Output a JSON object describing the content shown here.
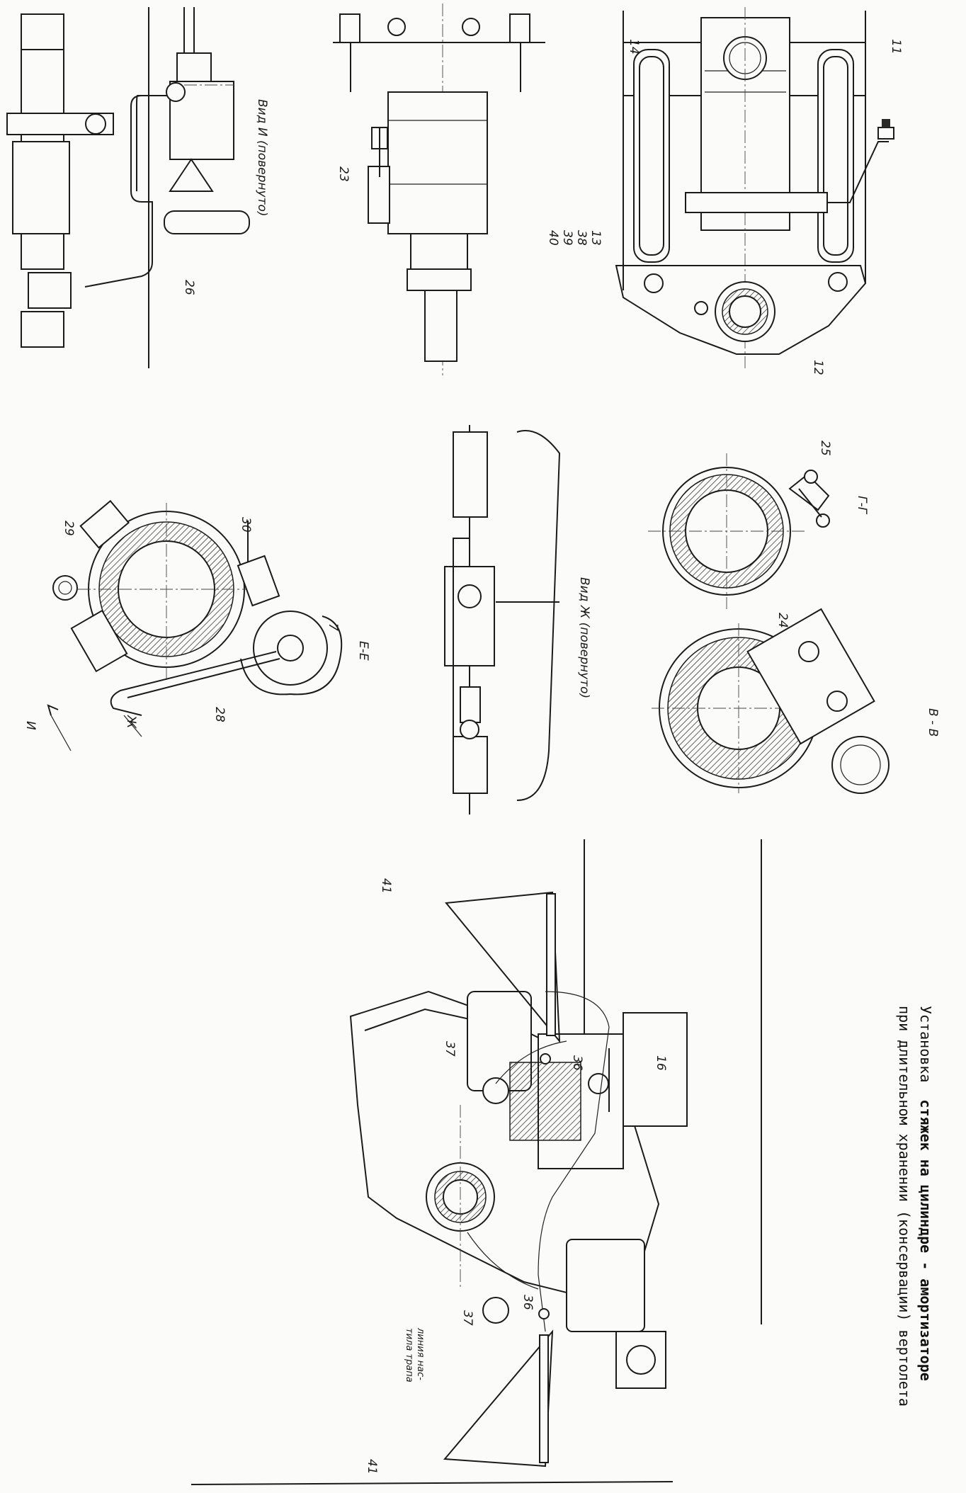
{
  "title": {
    "line1_prefix": "Установка",
    "line1_bold": "стяжек на цилиндре - амортизаторе",
    "line2": "при длительном хранении (консервации) вертолета"
  },
  "views": {
    "v_b": "В - В",
    "g_g": "Г-Г",
    "e_e": "Е-Е",
    "vid_zh": "Вид Ж (повернуто)",
    "vid_i": "Вид И (повернуто)"
  },
  "arrows": {
    "i": "И",
    "zh": "Ж"
  },
  "callouts": {
    "c14": "14",
    "c11": "11",
    "c13": "13",
    "c38": "38",
    "c39": "39",
    "c40": "40",
    "c12": "12",
    "c23": "23",
    "c26": "26",
    "c25": "25",
    "c24": "24",
    "c29": "29",
    "c30": "30",
    "c7": "7",
    "c28": "28",
    "c16": "16",
    "c36a": "36",
    "c37a": "37",
    "c36b": "36",
    "c37b": "37",
    "c41a": "41",
    "c41b": "41"
  },
  "note": {
    "line1": "линия нас-",
    "line2": "тила трапа"
  }
}
